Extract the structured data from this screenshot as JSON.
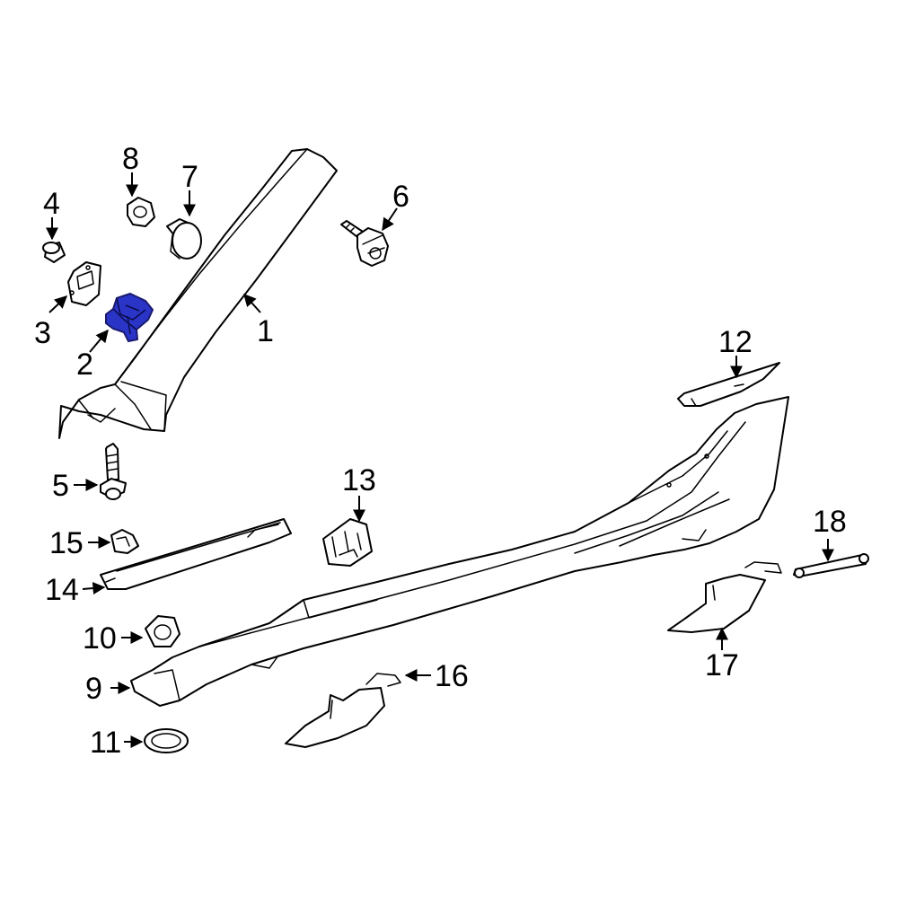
{
  "colors": {
    "background": "#ffffff",
    "line": "#000000",
    "highlight_fill": "#2a35c8",
    "highlight_stroke": "#1a1a6e"
  },
  "callouts": {
    "c1": "1",
    "c2": "2",
    "c3": "3",
    "c4": "4",
    "c5": "5",
    "c6": "6",
    "c7": "7",
    "c8": "8",
    "c9": "9",
    "c10": "10",
    "c11": "11",
    "c12": "12",
    "c13": "13",
    "c14": "14",
    "c15": "15",
    "c16": "16",
    "c17": "17",
    "c18": "18"
  },
  "highlighted_part": "2"
}
